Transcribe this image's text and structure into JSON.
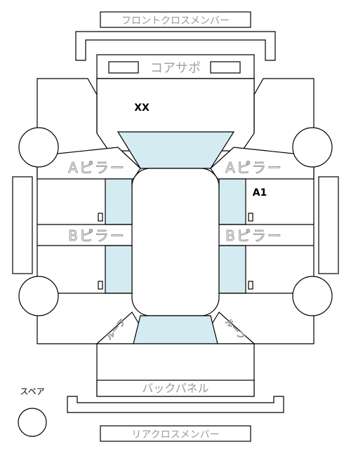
{
  "labels": {
    "front_cross_member": "フロントクロスメンバー",
    "core_support": "コアサポ",
    "a_pillar": "Aピラー",
    "b_pillar": "Bピラー",
    "roof": "ルーフ",
    "back_panel": "バックパネル",
    "rear_cross_member": "リアクロスメンバー",
    "spare": "スペア"
  },
  "damage_marks": {
    "front": "XX",
    "right_a_pillar": "A1"
  },
  "colors": {
    "glass": "#d4ebf2",
    "outline": "#000000",
    "label_gray": "#9a9a9a"
  }
}
